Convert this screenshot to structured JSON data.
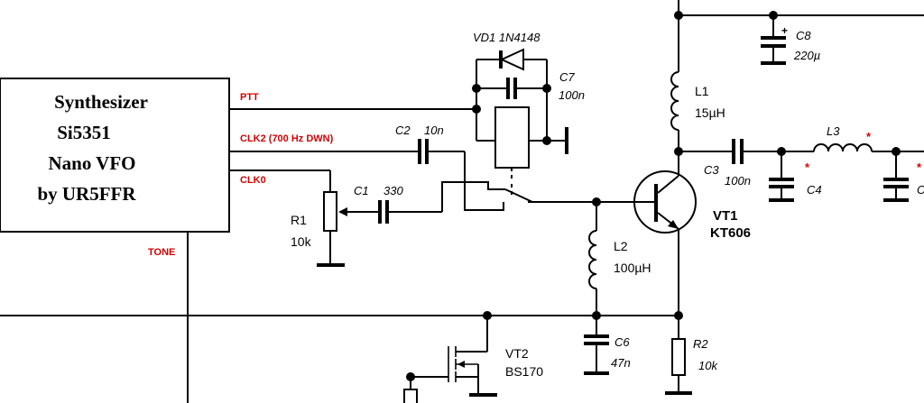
{
  "block": {
    "line1": "Synthesizer",
    "line2": "Si5351",
    "line3": "Nano VFO",
    "line4": "by UR5FFR"
  },
  "signals": {
    "ptt": "PTT",
    "clk2": "CLK2 (700 Hz DWN)",
    "clk0": "CLK0",
    "tone": "TONE"
  },
  "components": {
    "vd1": "VD1 1N4148",
    "c7": "C7",
    "c7_val": "100n",
    "c2": "C2",
    "c2_val": "10n",
    "c1": "C1",
    "c1_val": "330",
    "r1": "R1",
    "r1_val": "10k",
    "c8": "C8",
    "c8_val": "220µ",
    "l1": "L1",
    "l1_val": "15µH",
    "l2": "L2",
    "l2_val": "100µH",
    "c3": "C3",
    "c3_val": "100n",
    "l3": "L3",
    "c4": "C4",
    "c5_partial": "C",
    "vt1": "VT1",
    "vt1_type": "KT606",
    "vt2": "VT2",
    "vt2_type": "BS170",
    "c6": "C6",
    "c6_val": "47n",
    "r2": "R2",
    "r2_val": "10k",
    "star": "*",
    "plus": "+"
  }
}
